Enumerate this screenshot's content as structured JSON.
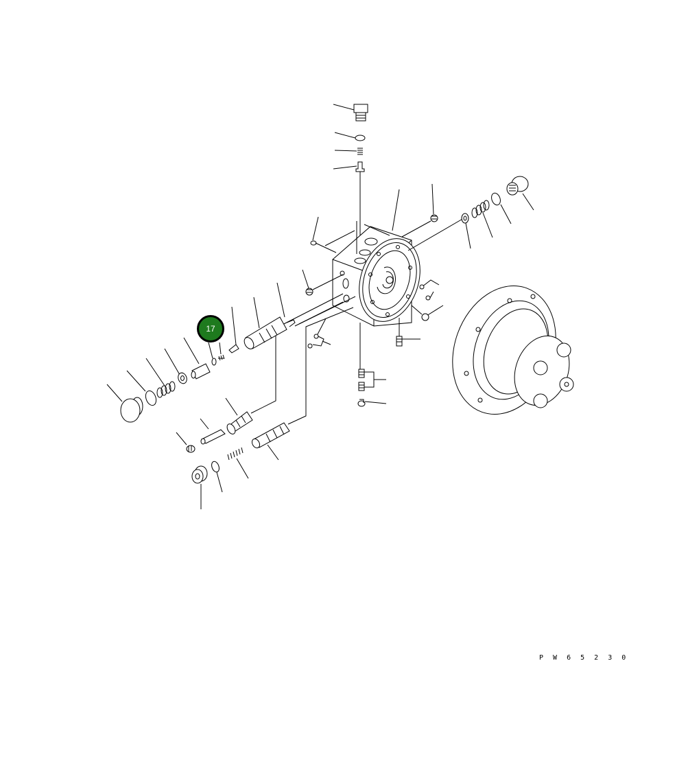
{
  "diagram": {
    "type": "exploded-parts-diagram",
    "subject": "hydraulic travel motor assembly",
    "drawing_code": "PW65230",
    "drawing_code_display": "P W 6 5 2 3 0",
    "highlighted_callout": {
      "number": "17",
      "color": "#1e7a1e",
      "border_color": "#000000"
    },
    "colors": {
      "background": "#ffffff",
      "line": "#000000"
    }
  }
}
